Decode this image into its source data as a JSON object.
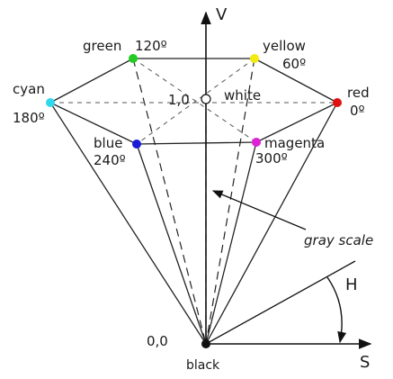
{
  "diagram": {
    "axis_v": "V",
    "axis_s": "S",
    "angle_h": "H",
    "origin_value": "0,0",
    "origin_name": "black",
    "center_value": "1,0",
    "center_name": "white",
    "gray_scale_label": "gray scale",
    "vertices": [
      {
        "name": "green",
        "angle": "120º",
        "color": "#22cc22"
      },
      {
        "name": "yellow",
        "angle": "60º",
        "color": "#f2ea10"
      },
      {
        "name": "red",
        "angle": "0º",
        "color": "#e01010"
      },
      {
        "name": "magenta",
        "angle": "300º",
        "color": "#e020d8"
      },
      {
        "name": "blue",
        "angle": "240º",
        "color": "#1a1ad8"
      },
      {
        "name": "cyan",
        "angle": "180º",
        "color": "#30d8ee"
      }
    ]
  }
}
